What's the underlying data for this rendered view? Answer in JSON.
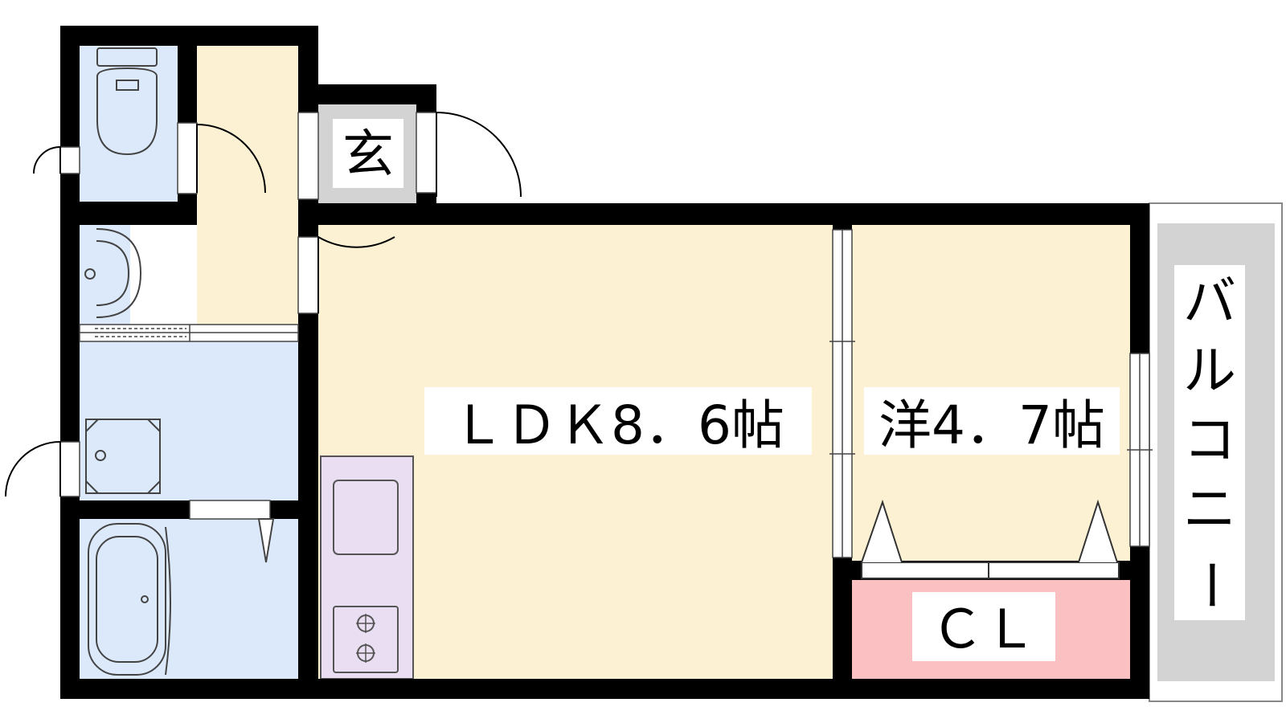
{
  "labels": {
    "entrance": "玄",
    "ldk": "ＬＤＫ8．6帖",
    "western_room": "洋4．7帖",
    "closet": "ＣＬ",
    "balcony_chars": [
      "バ",
      "ル",
      "コ",
      "ニ",
      "ー"
    ]
  },
  "colors": {
    "wall": "#000000",
    "room_floor": "#fdf1d3",
    "wet_area": "#dce9fb",
    "kitchen": "#eadff2",
    "closet": "#fbc0c1",
    "balcony": "#d3d3d3",
    "entrance_tile": "#d3d3d3"
  }
}
